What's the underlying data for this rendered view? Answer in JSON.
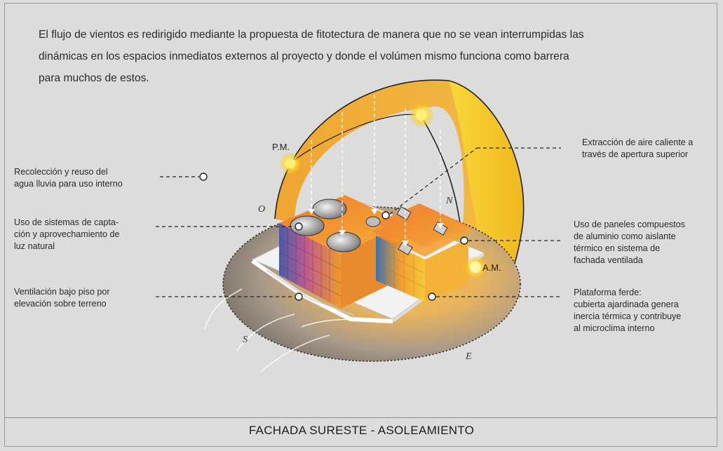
{
  "intro": {
    "line1": "El flujo de vientos es redirigido mediante la propuesta de fitotectura de manera que no se vean interrumpidas las",
    "line2": "dinámicas en los espacios inmediatos externos al proyecto y donde el volúmen mismo funciona como barrera",
    "line3": "para muchos de estos."
  },
  "labels": {
    "rain": "Recolección y reuso del\nagua lluvia para uso interno",
    "light": "Uso de sistemas de capta-\nción y aprovechamiento de\nluz natural",
    "vent": "Ventilación bajo piso por\nelevación sobre terreno",
    "hot_air": "Extracción de aire caliente a\ntravés de apertura superior",
    "panels": "Uso de paneles compuestos\nde aluminio como aislante\ntérmico en sistema de\nfachada ventilada",
    "platform": "Plataforma ferde:\ncubierta ajardinada genera\ninercia térmica y contribuye\nal microclima interno"
  },
  "sun_labels": {
    "pm": "P.M.",
    "am": "A.M."
  },
  "cardinals": {
    "west": "O",
    "north": "N",
    "south": "S",
    "east": "E"
  },
  "footer": {
    "title": "FACHADA SURESTE - ASOLEAMIENTO"
  },
  "colors": {
    "background": "#dcdcdc",
    "sun_path": "#f2a21e",
    "sun_path_east": "#f6c623",
    "sun": "#ffe24a"
  }
}
